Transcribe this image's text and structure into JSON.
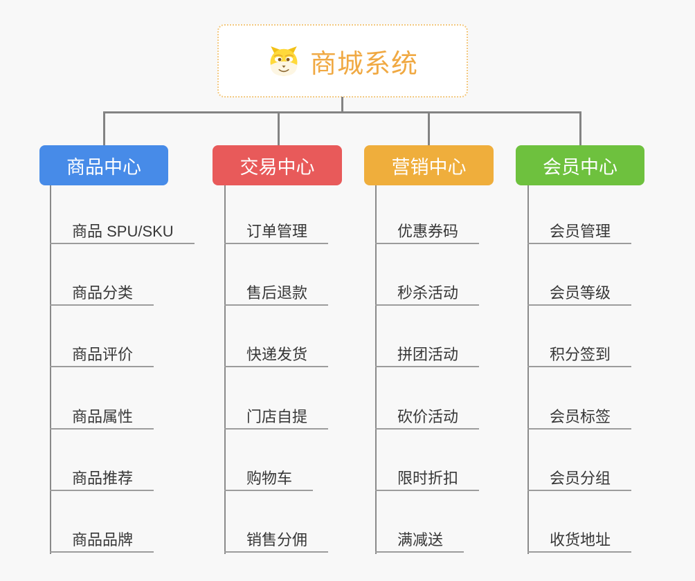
{
  "app": {
    "type": "mind-map",
    "background_color": "#f8f8f8",
    "connector_color": "#838383",
    "underline_color": "#9c9c9c"
  },
  "root": {
    "title": "商城系统",
    "icon": "shiba-dog-icon",
    "accent_color": "#f0a943",
    "border_color": "#f3c87e"
  },
  "branches": [
    {
      "label": "商品中心",
      "color": "#478be8",
      "items": [
        "商品 SPU/SKU",
        "商品分类",
        "商品评价",
        "商品属性",
        "商品推荐",
        "商品品牌"
      ]
    },
    {
      "label": "交易中心",
      "color": "#e85a5a",
      "items": [
        "订单管理",
        "售后退款",
        "快递发货",
        "门店自提",
        "购物车",
        "销售分佣"
      ]
    },
    {
      "label": "营销中心",
      "color": "#efae3c",
      "items": [
        "优惠券码",
        "秒杀活动",
        "拼团活动",
        "砍价活动",
        "限时折扣",
        "满减送"
      ]
    },
    {
      "label": "会员中心",
      "color": "#6ec13e",
      "items": [
        "会员管理",
        "会员等级",
        "积分签到",
        "会员标签",
        "会员分组",
        "收货地址"
      ]
    }
  ]
}
